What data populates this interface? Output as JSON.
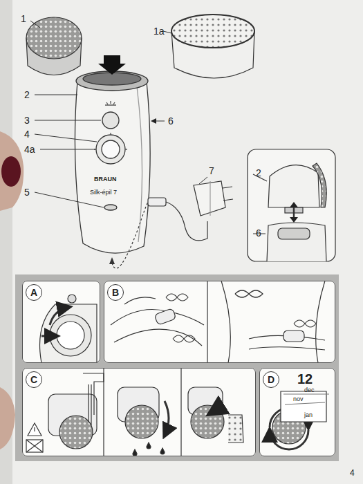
{
  "diagram": {
    "nodes": [
      {
        "text": [
          "A"
        ]
      },
      {
        "text": [
          "B"
        ]
      },
      {
        "text": [
          "C"
        ]
      },
      {
        "text": [
          "D"
        ]
      }
    ],
    "labels": [
      "1",
      "1a",
      "2",
      "3",
      "4",
      "4a",
      "5",
      "6",
      "7",
      "2",
      "6",
      "BRAUN",
      "Silk-épil 7",
      "12",
      "dec",
      "nov",
      "jan",
      "4"
    ]
  }
}
